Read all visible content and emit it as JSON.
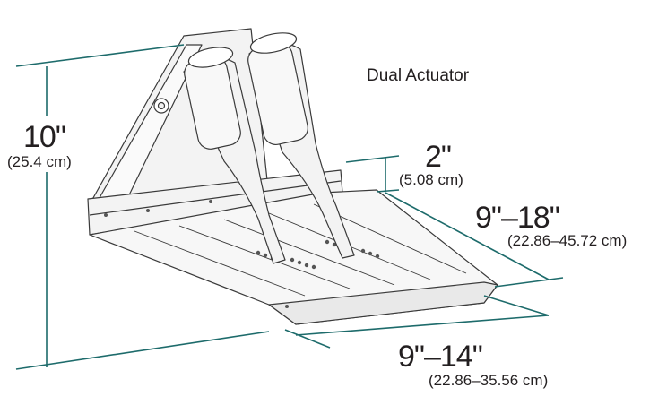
{
  "title": "Dual Actuator",
  "dimensions": {
    "height": {
      "imperial": "10\"",
      "metric": "(25.4 cm)"
    },
    "lift": {
      "imperial": "2\"",
      "metric": "(5.08 cm)"
    },
    "length": {
      "imperial": "9\"–18\"",
      "metric": "(22.86–45.72 cm)"
    },
    "width": {
      "imperial": "9\"–14\"",
      "metric": "(22.86–35.56 cm)"
    }
  },
  "colors": {
    "dimension_line": "#1d6b6b",
    "outline": "#3a3a3a",
    "fill": "#f2f2f2"
  }
}
